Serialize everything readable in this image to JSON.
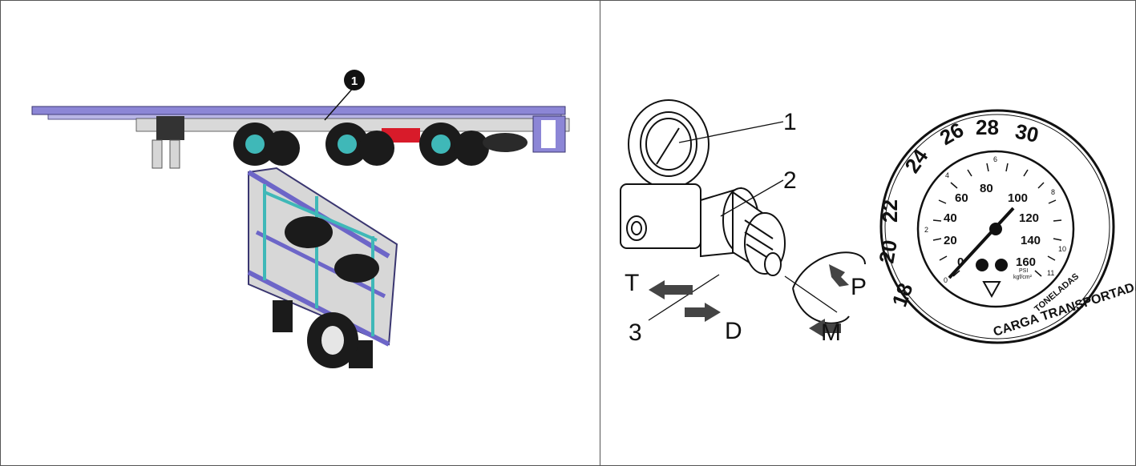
{
  "left": {
    "callout": "1"
  },
  "regulator": {
    "labels": {
      "one": "1",
      "two": "2",
      "three": "3",
      "t": "T",
      "d": "D",
      "p": "P",
      "m": "M"
    }
  },
  "gauge": {
    "outer_scale": [
      "18",
      "20",
      "22",
      "24",
      "26",
      "28",
      "30"
    ],
    "inner_scale": [
      "0",
      "20",
      "40",
      "60",
      "80",
      "100",
      "120",
      "140",
      "160"
    ],
    "small_scale": [
      "0",
      "2",
      "4",
      "6",
      "8",
      "10",
      "11"
    ],
    "units": "PSI",
    "units_sub": "kgf/cm²",
    "arc_toneladas": "TONELADAS",
    "arc_carga": "CARGA TRANSPORTADA"
  }
}
